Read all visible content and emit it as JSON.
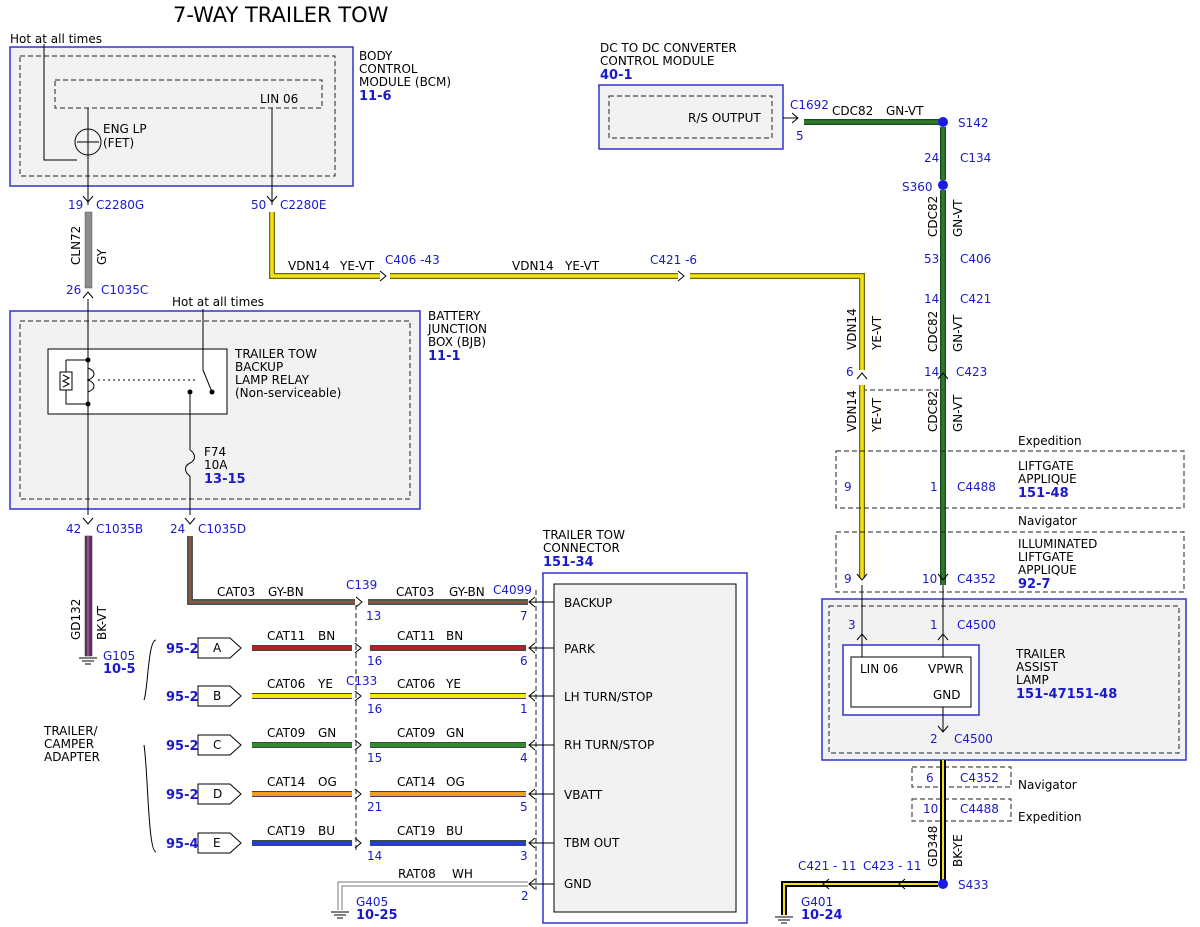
{
  "title": "7-WAY TRAILER TOW",
  "hot_label_1": "Hot at all times",
  "hot_label_2": "Hot at all times",
  "bcm": {
    "name_1": "BODY",
    "name_2": "CONTROL",
    "name_3": "MODULE (BCM)",
    "ref": "11-6",
    "lin": "LIN 06",
    "eng_1": "ENG LP",
    "eng_2": "(FET)"
  },
  "dcdc": {
    "name_1": "DC TO DC CONVERTER",
    "name_2": "CONTROL MODULE",
    "ref": "40-1",
    "output": "R/S OUTPUT"
  },
  "bjb": {
    "name_1": "BATTERY",
    "name_2": "JUNCTION",
    "name_3": "BOX (BJB)",
    "ref": "11-1",
    "relay_1": "TRAILER TOW",
    "relay_2": "BACKUP",
    "relay_3": "LAMP RELAY",
    "relay_4": "(Non-serviceable)",
    "fuse_1": "F74",
    "fuse_2": "10A",
    "fuse_ref": "13-15"
  },
  "connector": {
    "name_1": "TRAILER TOW",
    "name_2": "CONNECTOR",
    "ref": "151-34",
    "pins": [
      "BACKUP",
      "PARK",
      "LH TURN/STOP",
      "RH TURN/STOP",
      "VBATT",
      "TBM OUT",
      "GND"
    ]
  },
  "adapter": {
    "name_1": "TRAILER/",
    "name_2": "CAMPER",
    "name_3": "ADAPTER",
    "letters": [
      "A",
      "B",
      "C",
      "D",
      "E"
    ],
    "refs": [
      "95-2",
      "95-2",
      "95-2",
      "95-2",
      "95-4"
    ]
  },
  "lamp": {
    "name_1": "TRAILER",
    "name_2": "ASSIST",
    "name_3": "LAMP",
    "ref": "151-47151-48",
    "lin": "LIN 06",
    "vpwr": "VPWR",
    "gnd": "GND"
  },
  "applique_1": {
    "variant": "Expedition",
    "name_1": "LIFTGATE",
    "name_2": "APPLIQUE",
    "ref": "151-48",
    "pin_a": "9",
    "pin_b": "1",
    "conn": "C4488"
  },
  "applique_2": {
    "variant": "Navigator",
    "name_1": "ILLUMINATED",
    "name_2": "LIFTGATE",
    "name_3": "APPLIQUE",
    "ref": "92-7",
    "pin_a": "9",
    "pin_b": "10",
    "conn": "C4352"
  },
  "grounds": {
    "g105": "G105",
    "g105_ref": "10-5",
    "g405": "G405",
    "g405_ref": "10-25",
    "g401": "G401",
    "g401_ref": "10-24"
  },
  "wires": {
    "cln72": "CLN72",
    "gy": "GY",
    "gd132": "GD132",
    "bkvt": "BK-VT",
    "vdn14": "VDN14",
    "yevt": "YE-VT",
    "cdc82": "CDC82",
    "gnvt": "GN-VT",
    "gd348": "GD348",
    "bkye": "BK-YE",
    "cat03": "CAT03",
    "gybn": "GY-BN",
    "cat11": "CAT11",
    "bn": "BN",
    "cat06": "CAT06",
    "ye": "YE",
    "cat09": "CAT09",
    "gn": "GN",
    "cat14": "CAT14",
    "og": "OG",
    "cat19": "CAT19",
    "bu": "BU",
    "rat08": "RAT08",
    "wh": "WH"
  },
  "connectors": {
    "c2280g": "C2280G",
    "c2280e": "C2280E",
    "c1035c": "C1035C",
    "c1035b": "C1035B",
    "c1035d": "C1035D",
    "c406_43": "C406 -43",
    "c421_6": "C421 -6",
    "c1692": "C1692",
    "s142": "S142",
    "c134": "C134",
    "s360": "S360",
    "c406": "C406",
    "c421": "C421",
    "c423": "C423",
    "c4488": "C4488",
    "c4352": "C4352",
    "c4500": "C4500",
    "c4500b": "C4500",
    "s433": "S433",
    "c139": "C139",
    "c4099": "C4099",
    "c133": "C133",
    "c421_11": "C421 - 11",
    "c423_11": "C423 - 11",
    "c4352b": "C4352",
    "c4488b": "C4488"
  },
  "pins": {
    "p19": "19",
    "p50": "50",
    "p26": "26",
    "p42": "42",
    "p24": "24",
    "p5": "5",
    "p24b": "24",
    "p53": "53",
    "p14": "14",
    "p14b": "14",
    "p6": "6",
    "p3": "3",
    "p1": "1",
    "p2": "2",
    "p6b": "6",
    "p10": "10",
    "p13": "13",
    "p7": "7",
    "p16": "16",
    "p6c": "6",
    "p16b": "16",
    "p1b": "1",
    "p15": "15",
    "p4": "4",
    "p21": "21",
    "p5b": "5",
    "p14c": "14",
    "p3b": "3",
    "p2b": "2"
  },
  "variants": {
    "nav": "Navigator",
    "exp": "Expedition",
    "nav_label": "Navigator",
    "exp_label": "Expedition"
  },
  "colors": {
    "gray": "#8c8c8c",
    "yellow": "#f3e21a",
    "green": "#2c7a2c",
    "brown": "#8b5a3c",
    "red": "#b22222",
    "ye_wire": "#f5e90a",
    "gn_wire": "#2e8b2e",
    "og_wire": "#f0a020",
    "bu_wire": "#1f3fd6",
    "blue_text": "#1a1acc"
  }
}
